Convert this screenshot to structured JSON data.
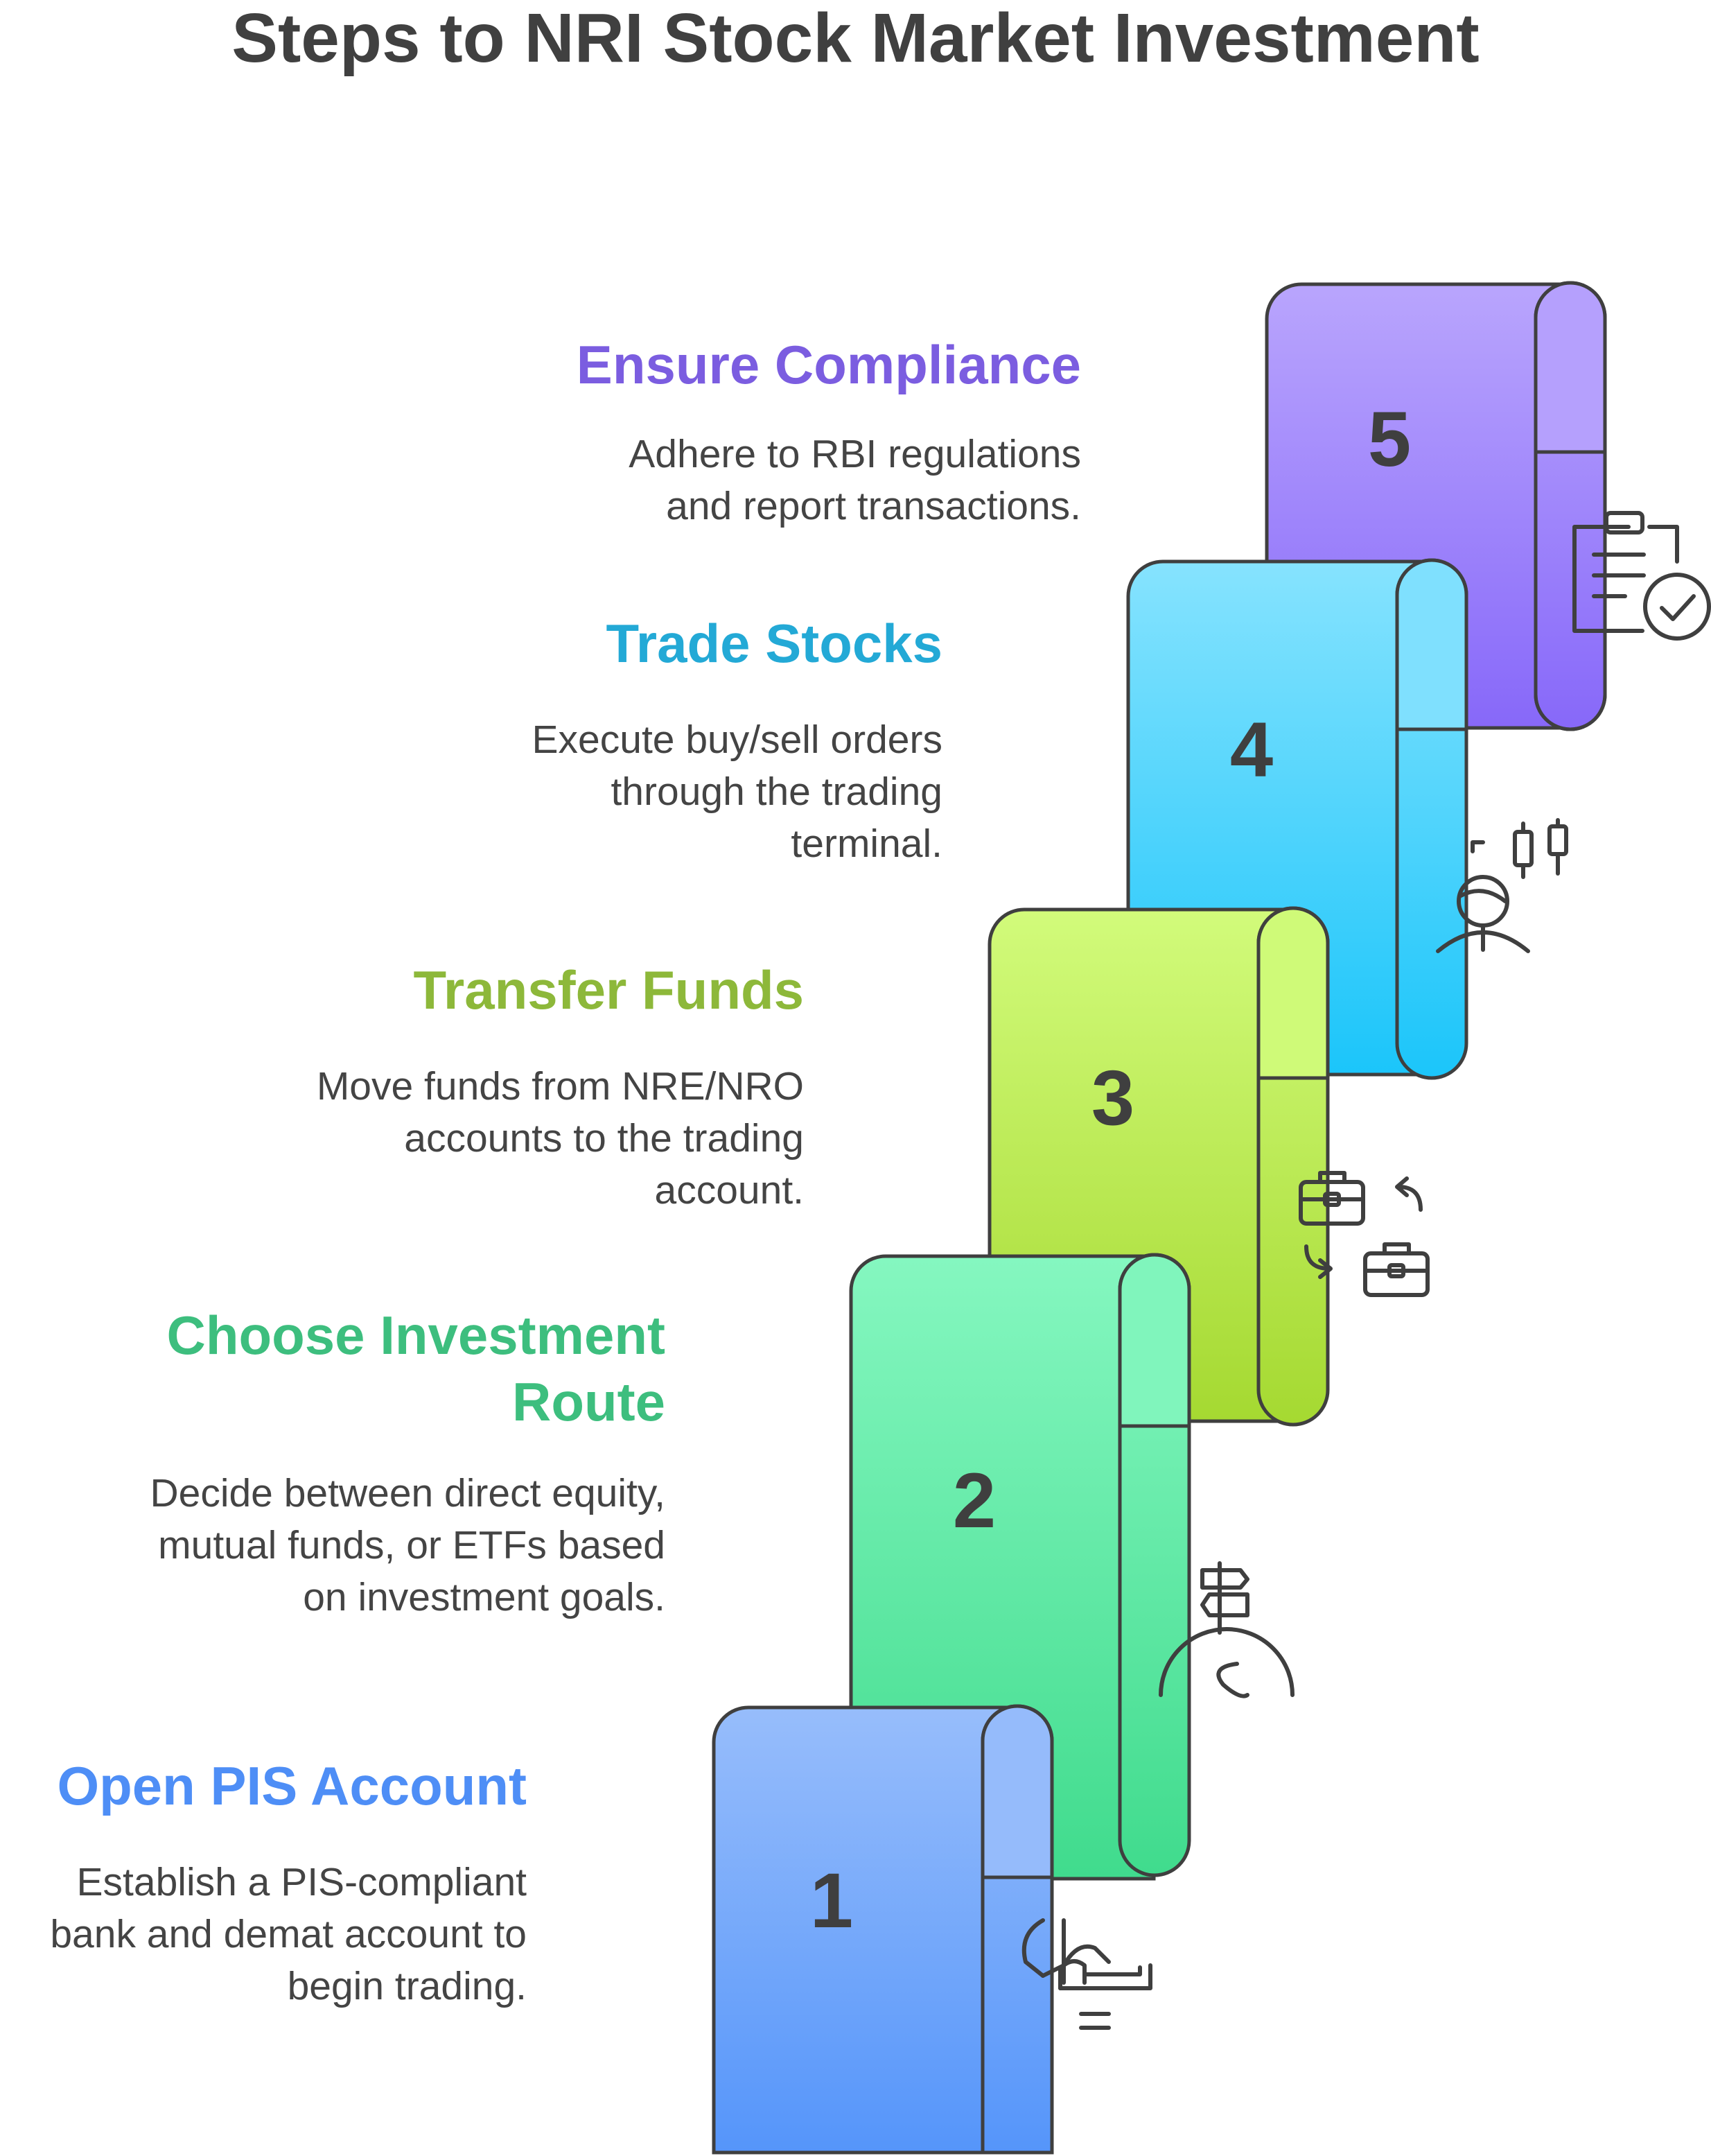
{
  "title": "Steps to NRI Stock Market Investment",
  "steps": [
    {
      "number": "1",
      "title": "Open PIS Account",
      "description": "Establish a PIS-compliant bank and demat account to begin trading.",
      "color": "#4E8EF6",
      "gradient": [
        "#97BDFB",
        "#5595FA"
      ],
      "icon": "bank-account-icon"
    },
    {
      "number": "2",
      "title": "Choose Investment Route",
      "description": "Decide between direct equity, mutual funds, or ETFs based on investment goals.",
      "color": "#3DBE7E",
      "gradient": [
        "#85F7C0",
        "#40DB8D"
      ],
      "icon": "route-signpost-icon"
    },
    {
      "number": "3",
      "title": "Transfer Funds",
      "description": "Move funds from NRE/NRO accounts to the trading account.",
      "color": "#8DB83A",
      "gradient": [
        "#D2FB7B",
        "#A5D931"
      ],
      "icon": "fund-transfer-icon"
    },
    {
      "number": "4",
      "title": "Trade Stocks",
      "description": "Execute buy/sell orders through the trading terminal.",
      "color": "#23A9D6",
      "gradient": [
        "#86E3FE",
        "#1BC5FA"
      ],
      "icon": "stock-trader-icon"
    },
    {
      "number": "5",
      "title": "Ensure Compliance",
      "description": "Adhere to RBI regulations and report transactions.",
      "color": "#7B5DE0",
      "gradient": [
        "#B9A5FD",
        "#8768F9"
      ],
      "icon": "compliance-clipboard-icon"
    }
  ]
}
